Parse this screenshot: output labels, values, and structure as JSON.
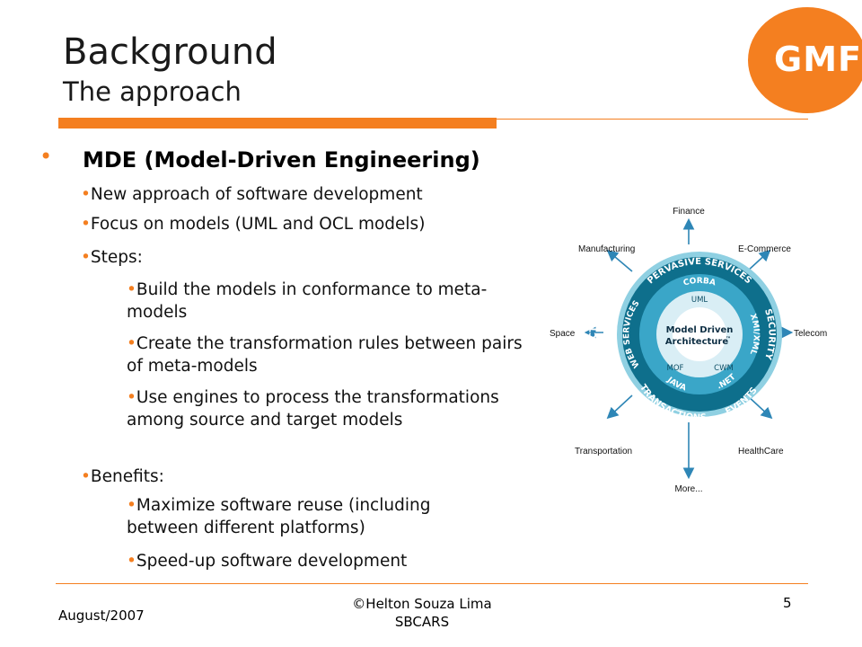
{
  "header": {
    "title": "Background",
    "subtitle": "The approach",
    "logo_text": "GMF"
  },
  "body": {
    "main_bullet": "MDE (Model-Driven Engineering)",
    "items": [
      "New approach of software development",
      "Focus on models (UML and OCL models)",
      "Steps:",
      "Build the models in conformance to meta-models",
      "Create the transformation rules between pairs of meta-models",
      "Use engines to process the transformations among source and target models",
      "Benefits:",
      "Maximize software reuse (including between different platforms)",
      "Speed-up software development"
    ]
  },
  "diagram": {
    "center_line1": "Model Driven",
    "center_line2": "Architecture",
    "tm": "™",
    "inner": [
      "UML",
      "MOF",
      "CWM"
    ],
    "middle": [
      "CORBA",
      "XMI/XML",
      ".NET",
      "JAVA",
      "WEB SERVICES"
    ],
    "outer": [
      "PERVASIVE SERVICES",
      "SECURITY",
      "EVENTS",
      "TRANSACTIONS",
      "DIRECTORY"
    ],
    "spokes": [
      "Finance",
      "E-Commerce",
      "Telecom",
      "HealthCare",
      "More...",
      "Transportation",
      "Space",
      "Manufacturing"
    ]
  },
  "footer": {
    "date": "August/2007",
    "author": "©Helton Souza Lima",
    "event": "SBCARS",
    "page": "5"
  },
  "colors": {
    "accent": "#f47f20",
    "ring_dark": "#0e6f8c",
    "ring_light": "#8fd0e2",
    "arrow": "#2e86b6"
  }
}
